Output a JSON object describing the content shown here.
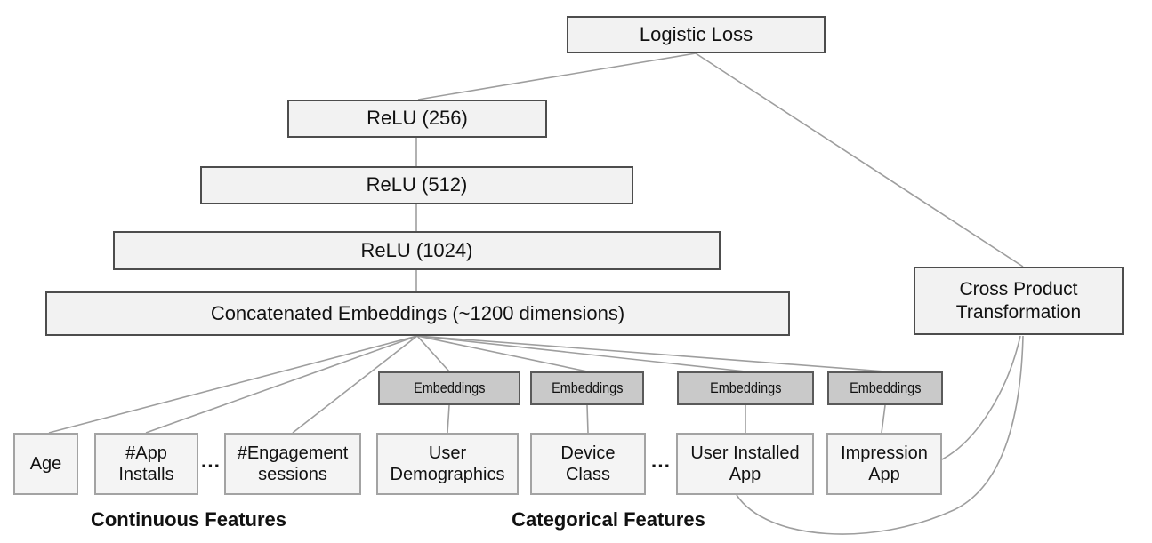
{
  "diagram": {
    "nodes": {
      "logistic_loss": "Logistic Loss",
      "relu_256": "ReLU (256)",
      "relu_512": "ReLU (512)",
      "relu_1024": "ReLU (1024)",
      "concatenated_embeddings": "Concatenated Embeddings (~1200 dimensions)",
      "cross_product_transformation": "Cross Product\nTransformation",
      "embeddings_label": "Embeddings",
      "age": "Age",
      "app_installs": "#App\nInstalls",
      "engagement_sessions": "#Engagement\nsessions",
      "user_demographics": "User\nDemographics",
      "device_class": "Device\nClass",
      "user_installed_app": "User Installed\nApp",
      "impression_app": "Impression\nApp",
      "ellipsis": "..."
    },
    "group_labels": {
      "continuous": "Continuous Features",
      "categorical": "Categorical Features"
    },
    "colors": {
      "box_light_fill": "#f2f2f2",
      "box_dark_border": "#4d4d4d",
      "feature_fill": "#f4f4f4",
      "feature_border": "#a3a3a3",
      "embedding_fill": "#c9c9c9",
      "embedding_border": "#5a5a5a",
      "line_color": "#9e9e9e",
      "text_color": "#111111"
    }
  }
}
